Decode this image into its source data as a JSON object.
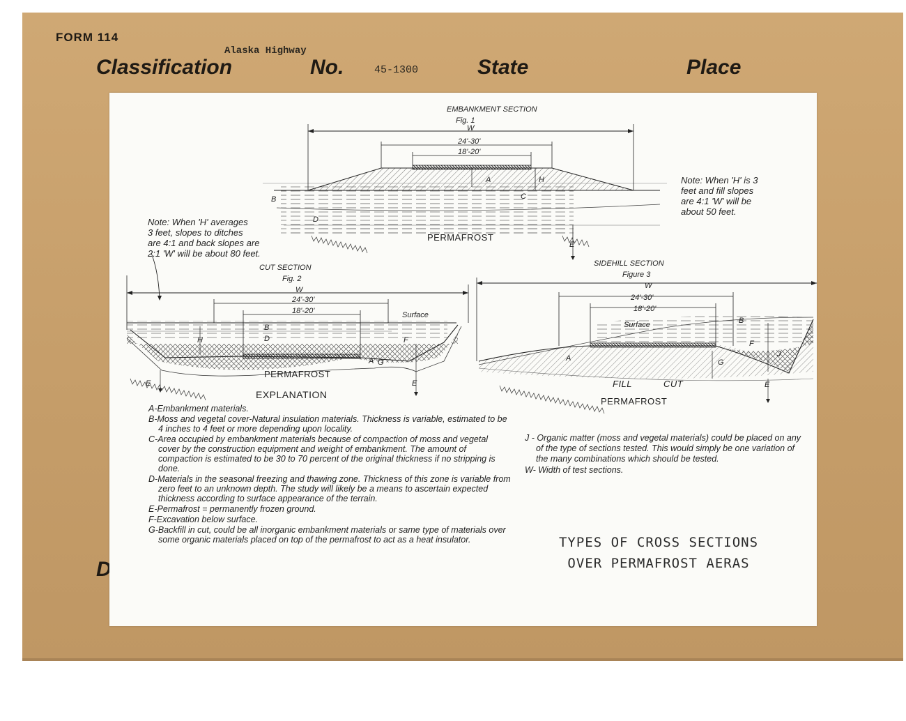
{
  "form": {
    "form_number": "FORM 114",
    "classification_label": "Classification",
    "classification_value": "Alaska Highway",
    "number_label": "No.",
    "number_value": "45-1300",
    "state_label": "State",
    "place_label": "Place",
    "partial_label": "Da"
  },
  "figures": {
    "embankment": {
      "title": "EMBANKMENT SECTION",
      "fig": "Fig. 1",
      "w": "W",
      "dim_outer": "24'-30'",
      "dim_inner": "18'-20'",
      "permafrost": "PERMAFROST",
      "note": [
        "Note: When 'H' is 3",
        "feet and fill slopes",
        "are 4:1 'W' will be",
        "about 50 feet."
      ]
    },
    "cut": {
      "title": "CUT SECTION",
      "fig": "Fig. 2",
      "w": "W",
      "dim_outer": "24'-30'",
      "dim_inner": "18'-20'",
      "surface": "Surface",
      "permafrost": "PERMAFROST",
      "note": [
        "Note: When 'H' averages",
        "3 feet, slopes to ditches",
        "are 4:1 and back slopes are",
        "2:1 'W' will be about 80 feet."
      ]
    },
    "sidehill": {
      "title": "SIDEHILL SECTION",
      "fig": "Figure 3",
      "w": "W",
      "dim_outer": "24'-30'",
      "dim_inner": "18'-20'",
      "surface": "Surface",
      "fill": "FILL",
      "cut": "CUT",
      "permafrost": "PERMAFROST"
    },
    "letters": {
      "a": "A",
      "b": "B",
      "c": "C",
      "d": "D",
      "e": "E",
      "f": "F",
      "g": "G",
      "h": "H",
      "j": "J"
    }
  },
  "explanation": {
    "heading": "EXPLANATION",
    "items": [
      "A-Embankment materials.",
      "B-Moss and vegetal cover-Natural insulation materials. Thickness is variable, estimated to be 4 inches to 4 feet or more depending upon locality.",
      "C-Area occupied by embankment materials because of compaction of moss and vegetal cover by the construction equipment and weight of embankment. The amount of compaction is estimated to be 30 to 70 percent of the original thickness if no stripping is done.",
      "D-Materials in the seasonal freezing and thawing zone. Thickness of this zone is variable from zero feet to an unknown depth. The study will likely be a means to ascertain expected thickness according to surface appearance of the terrain.",
      "E-Permafrost = permanently frozen ground.",
      "F-Excavation below surface.",
      "G-Backfill in cut, could be all inorganic embankment materials or same type of materials over some organic materials placed on top of the permafrost to act as a heat insulator."
    ],
    "right_items": [
      "J - Organic matter (moss and vegetal materials) could be placed on any of the type of sections tested. This would simply be one variation of the many combinations which should be tested.",
      "W- Width of test sections."
    ]
  },
  "stamp": {
    "line1": "TYPES OF CROSS SECTIONS",
    "line2": "OVER PERMAFROST AERAS"
  }
}
